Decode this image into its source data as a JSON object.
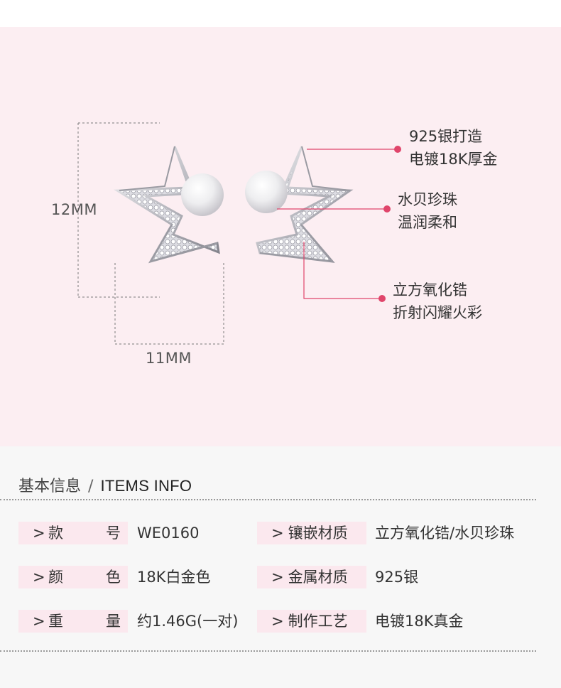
{
  "dimensions": {
    "height_label": "12MM",
    "width_label": "11MM"
  },
  "callouts": [
    {
      "line1": "925银打造",
      "line2": "电镀18K厚金"
    },
    {
      "line1": "水贝珍珠",
      "line2": "温润柔和"
    },
    {
      "line1": "立方氧化锆",
      "line2": "折射闪耀火彩"
    }
  ],
  "colors": {
    "accent": "#e0456b",
    "hero_bg": "#fceef2",
    "label_bg": "#fbe8ee"
  },
  "info": {
    "title_cn": "基本信息",
    "separator": "/",
    "title_en": "ITEMS INFO",
    "rows": [
      {
        "left": {
          "arrow": ">",
          "label_a": "款",
          "label_b": "号",
          "value": "WE0160"
        },
        "right": {
          "arrow": ">",
          "label": "镶嵌材质",
          "value": "立方氧化锆/水贝珍珠"
        }
      },
      {
        "left": {
          "arrow": ">",
          "label_a": "颜",
          "label_b": "色",
          "value": "18K白金色"
        },
        "right": {
          "arrow": ">",
          "label": "金属材质",
          "value": "925银"
        }
      },
      {
        "left": {
          "arrow": ">",
          "label_a": "重",
          "label_b": "量",
          "value": "约1.46G(一对)"
        },
        "right": {
          "arrow": ">",
          "label": "制作工艺",
          "value": "电镀18K真金"
        }
      }
    ]
  }
}
